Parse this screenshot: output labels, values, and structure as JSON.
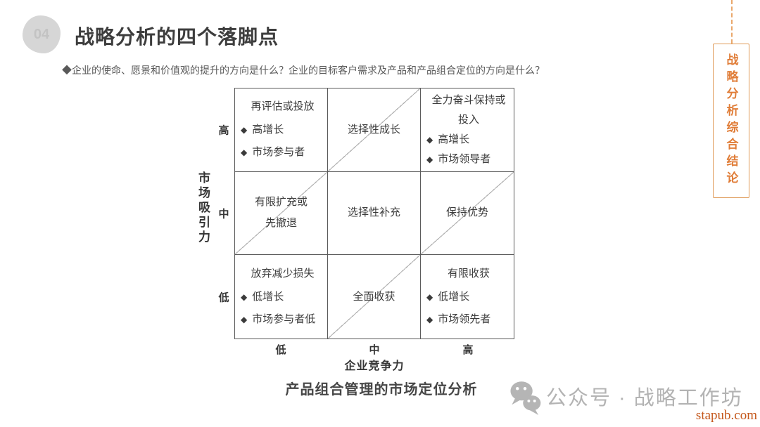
{
  "page": {
    "number": "04"
  },
  "header": {
    "title": "战略分析的四个落脚点"
  },
  "subtitle": "◆企业的使命、愿景和价值观的提升的方向是什么？企业的目标客户需求及产品和产品组合定位的方向是什么？",
  "matrix": {
    "y_axis": {
      "title": "市场吸引力",
      "labels": [
        "高",
        "中",
        "低"
      ]
    },
    "x_axis": {
      "title": "企业竞争力",
      "labels": [
        "低",
        "中",
        "高"
      ]
    },
    "cells": [
      {
        "title": "再评估或投放",
        "bullets": [
          "高增长",
          "市场参与者"
        ],
        "diagonal": false
      },
      {
        "title": "选择性成长",
        "bullets": [],
        "diagonal": true
      },
      {
        "title": "全力奋斗保持或\n投入",
        "bullets": [
          "高增长",
          "市场领导者"
        ],
        "diagonal": false
      },
      {
        "title": "有限扩充或\n先撤退",
        "bullets": [],
        "diagonal": true
      },
      {
        "title": "选择性补充",
        "bullets": [],
        "diagonal": false
      },
      {
        "title": "保持优势",
        "bullets": [],
        "diagonal": true
      },
      {
        "title": "放弃减少损失",
        "bullets": [
          "低增长",
          "市场参与者低"
        ],
        "diagonal": false
      },
      {
        "title": "全面收获",
        "bullets": [],
        "diagonal": true
      },
      {
        "title": "有限收获",
        "bullets": [
          "低增长",
          "市场领先者"
        ],
        "diagonal": false
      }
    ],
    "caption": "产品组合管理的市场定位分析"
  },
  "sidebar": {
    "label": "战略分析综合结论"
  },
  "footer": {
    "wechat_label": "公众号 · 战略工作坊",
    "site": "stapub.com"
  },
  "icons": {
    "bullet_glyph": "◆",
    "wechat": "wechat-chat-bubbles"
  },
  "colors": {
    "accent_orange": "#e07d38",
    "sidebar_border_orange": "#df9a58",
    "site_orange": "#c4571b",
    "title_gray": "#3d3d3d",
    "body_gray": "#595959",
    "grid_border": "#5a5a5a",
    "diagonal_line": "#b3b3b3",
    "watermark_gray": "#b3b3b3",
    "badge_bg": "#d6d6d6"
  }
}
